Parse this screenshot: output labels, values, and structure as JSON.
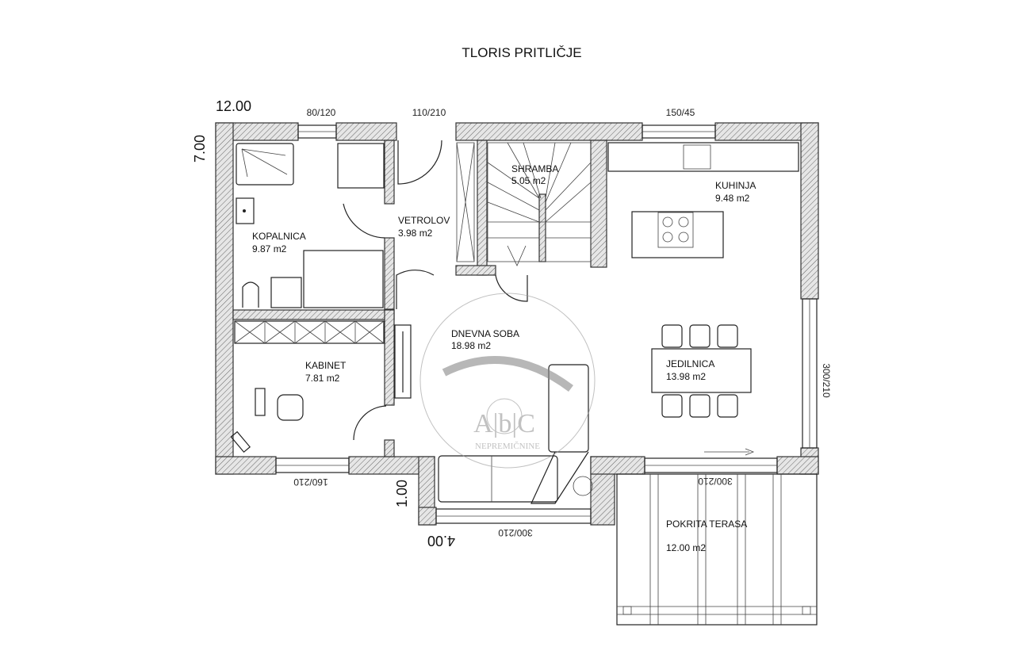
{
  "title": "TLORIS PRITLIČJE",
  "dimensions": {
    "width_top": "12.00",
    "height_left": "7.00",
    "bay_depth": "1.00",
    "bay_width": "4.00"
  },
  "openings": {
    "bath_window": "80/120",
    "entry_door": "110/210",
    "kitchen_window": "150/45",
    "dining_side_door": "300/210",
    "office_door": "160/210",
    "living_bay_door": "300/210",
    "terrace_door": "300/210"
  },
  "rooms": [
    {
      "name": "KOPALNICA",
      "area": "9.87  m2"
    },
    {
      "name": "VETROLOV",
      "area": "3.98  m2"
    },
    {
      "name": "SHRAMBA",
      "area": "5.05  m2"
    },
    {
      "name": "KUHINJA",
      "area": "9.48  m2"
    },
    {
      "name": "DNEVNA SOBA",
      "area": "18.98 m2"
    },
    {
      "name": "JEDILNICA",
      "area": "13.98 m2"
    },
    {
      "name": "KABINET",
      "area": "7.81  m2"
    },
    {
      "name": "POKRITA TERASA",
      "area": "12.00 m2"
    }
  ],
  "watermark": {
    "logo": "A|b|C",
    "text": "NEPREMIČNINE"
  }
}
